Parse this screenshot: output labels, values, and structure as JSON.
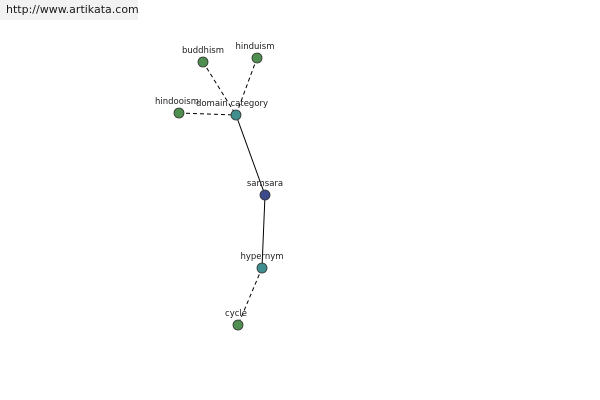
{
  "header": {
    "url": "http://www.artikata.com"
  },
  "graph": {
    "colors": {
      "leaf": "#4f8f4f",
      "relation": "#3f8f8f",
      "center": "#3a4a8a",
      "stroke": "#333333",
      "edge": "#000000"
    },
    "nodes": [
      {
        "id": "buddhism",
        "label": "buddhism",
        "kind": "leaf"
      },
      {
        "id": "hinduism",
        "label": "hinduism",
        "kind": "leaf"
      },
      {
        "id": "hindooism",
        "label": "hindooism",
        "kind": "leaf"
      },
      {
        "id": "domain-category",
        "label": "domain category",
        "kind": "relation"
      },
      {
        "id": "samsara",
        "label": "samsara",
        "kind": "center"
      },
      {
        "id": "hypernym",
        "label": "hypernym",
        "kind": "relation"
      },
      {
        "id": "cycle",
        "label": "cycle",
        "kind": "leaf"
      }
    ],
    "edges": [
      {
        "from": "buddhism",
        "to": "domain-category",
        "style": "dashed"
      },
      {
        "from": "hinduism",
        "to": "domain-category",
        "style": "dashed"
      },
      {
        "from": "hindooism",
        "to": "domain-category",
        "style": "dashed"
      },
      {
        "from": "domain-category",
        "to": "samsara",
        "style": "solid"
      },
      {
        "from": "samsara",
        "to": "hypernym",
        "style": "solid"
      },
      {
        "from": "hypernym",
        "to": "cycle",
        "style": "dashed"
      }
    ]
  }
}
